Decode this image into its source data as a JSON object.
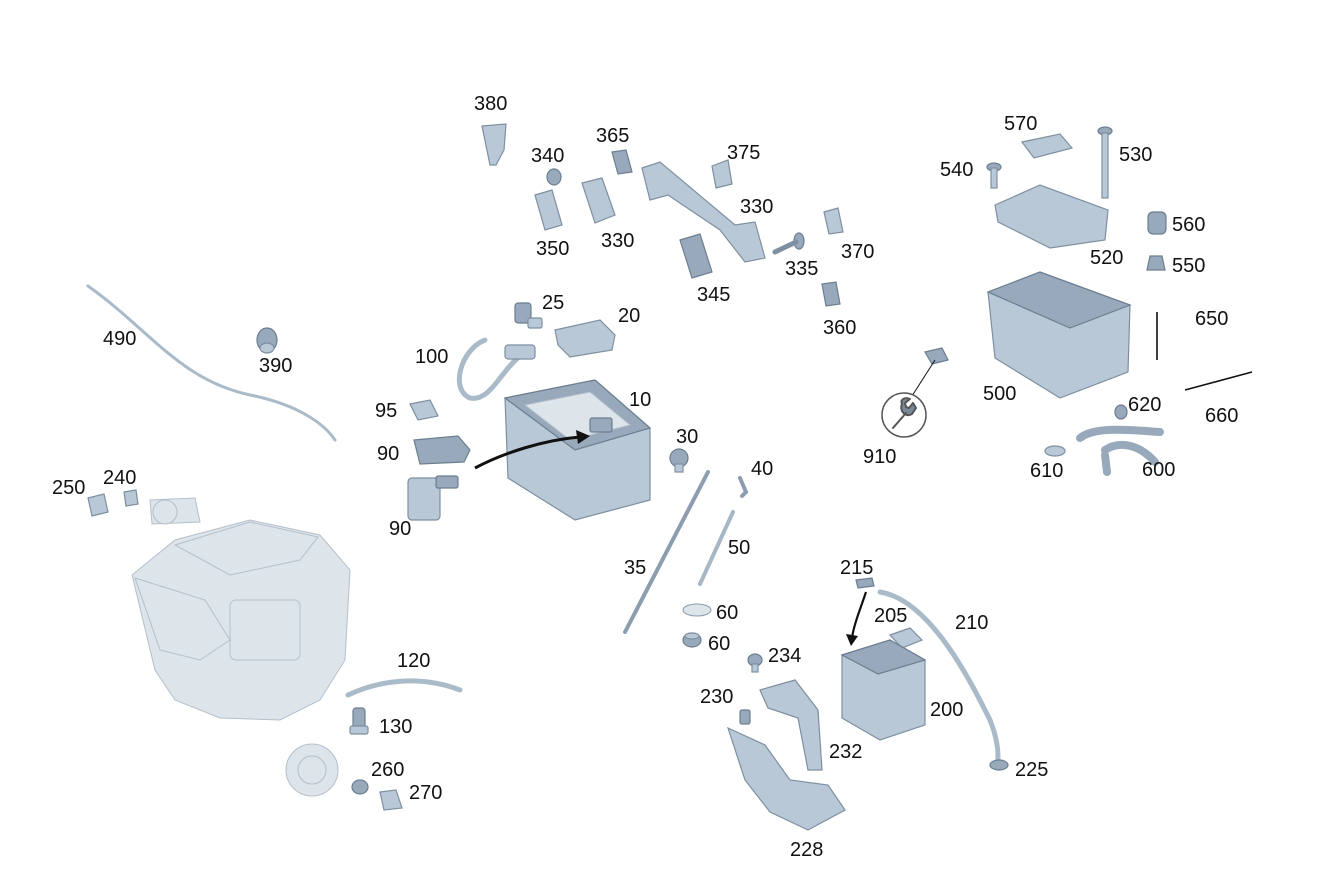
{
  "callouts": [
    {
      "id": "10",
      "text": "10"
    },
    {
      "id": "20",
      "text": "20"
    },
    {
      "id": "25",
      "text": "25"
    },
    {
      "id": "30",
      "text": "30"
    },
    {
      "id": "35",
      "text": "35"
    },
    {
      "id": "40",
      "text": "40"
    },
    {
      "id": "50",
      "text": "50"
    },
    {
      "id": "60a",
      "text": "60"
    },
    {
      "id": "60b",
      "text": "60"
    },
    {
      "id": "90a",
      "text": "90"
    },
    {
      "id": "90b",
      "text": "90"
    },
    {
      "id": "95",
      "text": "95"
    },
    {
      "id": "100",
      "text": "100"
    },
    {
      "id": "120",
      "text": "120"
    },
    {
      "id": "130",
      "text": "130"
    },
    {
      "id": "200",
      "text": "200"
    },
    {
      "id": "205",
      "text": "205"
    },
    {
      "id": "210",
      "text": "210"
    },
    {
      "id": "215",
      "text": "215"
    },
    {
      "id": "225",
      "text": "225"
    },
    {
      "id": "228",
      "text": "228"
    },
    {
      "id": "230",
      "text": "230"
    },
    {
      "id": "232",
      "text": "232"
    },
    {
      "id": "234",
      "text": "234"
    },
    {
      "id": "240",
      "text": "240"
    },
    {
      "id": "250",
      "text": "250"
    },
    {
      "id": "260",
      "text": "260"
    },
    {
      "id": "270",
      "text": "270"
    },
    {
      "id": "330a",
      "text": "330"
    },
    {
      "id": "330b",
      "text": "330"
    },
    {
      "id": "335",
      "text": "335"
    },
    {
      "id": "340",
      "text": "340"
    },
    {
      "id": "345",
      "text": "345"
    },
    {
      "id": "350",
      "text": "350"
    },
    {
      "id": "360",
      "text": "360"
    },
    {
      "id": "365",
      "text": "365"
    },
    {
      "id": "370",
      "text": "370"
    },
    {
      "id": "375",
      "text": "375"
    },
    {
      "id": "380",
      "text": "380"
    },
    {
      "id": "390",
      "text": "390"
    },
    {
      "id": "490",
      "text": "490"
    },
    {
      "id": "500",
      "text": "500"
    },
    {
      "id": "520",
      "text": "520"
    },
    {
      "id": "530",
      "text": "530"
    },
    {
      "id": "540",
      "text": "540"
    },
    {
      "id": "550",
      "text": "550"
    },
    {
      "id": "560",
      "text": "560"
    },
    {
      "id": "570",
      "text": "570"
    },
    {
      "id": "600",
      "text": "600"
    },
    {
      "id": "610",
      "text": "610"
    },
    {
      "id": "620",
      "text": "620"
    },
    {
      "id": "650",
      "text": "650"
    },
    {
      "id": "660",
      "text": "660"
    },
    {
      "id": "910",
      "text": "910"
    }
  ],
  "icons": {
    "tool": "wrench-icon"
  },
  "colors": {
    "part_fill": "#b9c8d6",
    "part_stroke": "#7d8fa0",
    "engine_fill": "#dde4ea",
    "label": "#111111"
  }
}
